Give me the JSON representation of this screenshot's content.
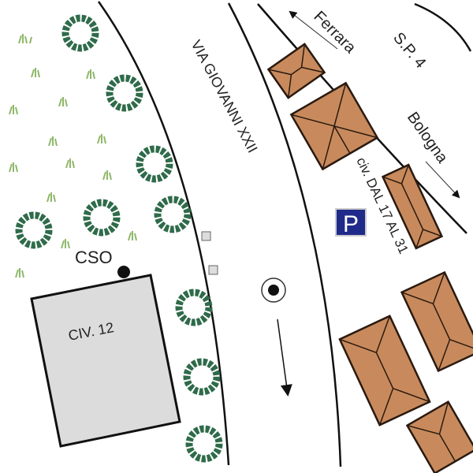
{
  "labels": {
    "street": "VIA GIOVANNI XXII",
    "road": "S.P. 4",
    "to_ferrara": "Ferrara",
    "to_bologna": "Bologna",
    "civic_range": "civ. DAL 17 AL 31",
    "building": "CIV. 12",
    "cso": "CSO",
    "parking": "P"
  },
  "colors": {
    "roof": "#c88a5c",
    "building": "#dcdcdc",
    "tree": "#2f6b4a",
    "parking": "#1f2a8a",
    "grass": "#8fb86a"
  }
}
